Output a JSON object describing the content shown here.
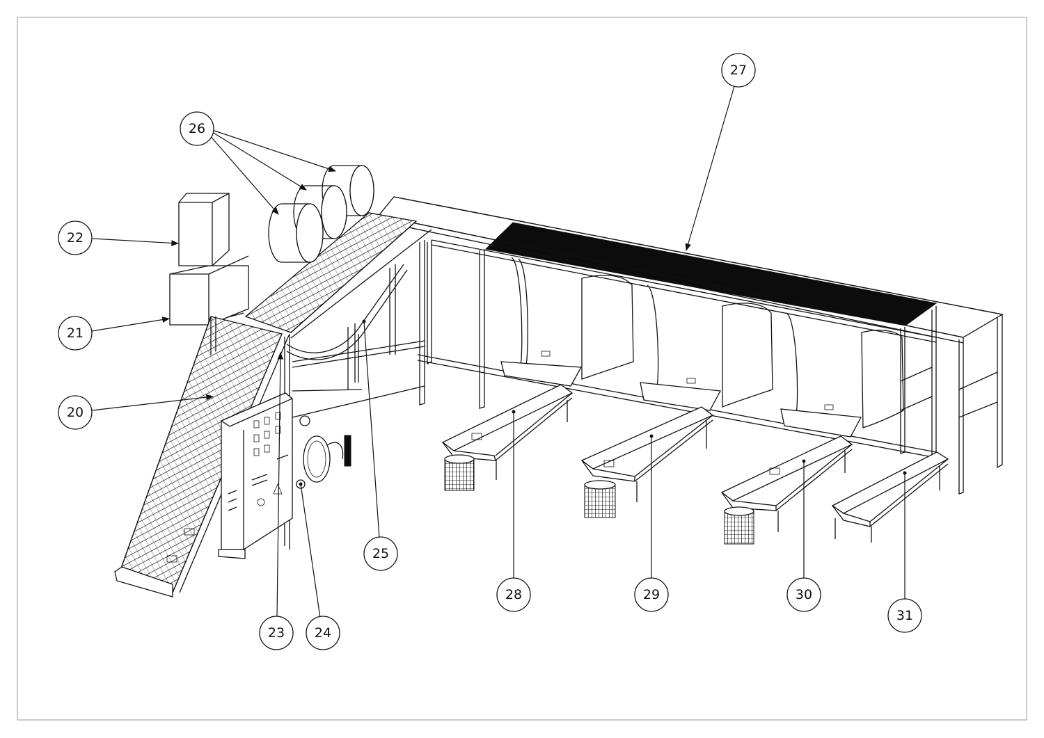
{
  "callouts": [
    {
      "id": "c20",
      "number": "20"
    },
    {
      "id": "c21",
      "number": "21"
    },
    {
      "id": "c22",
      "number": "22"
    },
    {
      "id": "c23",
      "number": "23"
    },
    {
      "id": "c24",
      "number": "24"
    },
    {
      "id": "c25",
      "number": "25"
    },
    {
      "id": "c26",
      "number": "26"
    },
    {
      "id": "c27",
      "number": "27"
    },
    {
      "id": "c28",
      "number": "28"
    },
    {
      "id": "c29",
      "number": "29"
    },
    {
      "id": "c30",
      "number": "30"
    },
    {
      "id": "c31",
      "number": "31"
    }
  ]
}
